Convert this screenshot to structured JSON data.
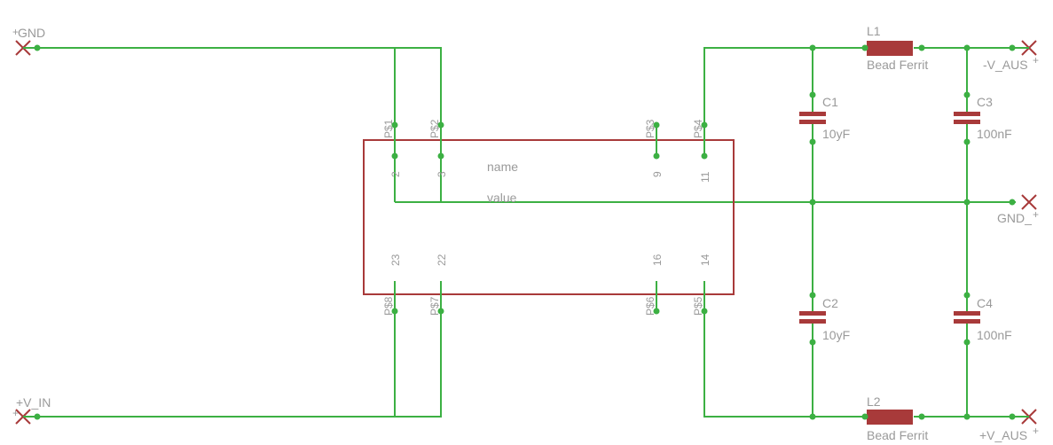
{
  "module": {
    "name": "name",
    "value": "value"
  },
  "pin_names": {
    "p1": "P$1",
    "p2": "P$2",
    "p3": "P$3",
    "p4": "P$4",
    "p5": "P$5",
    "p6": "P$6",
    "p7": "P$7",
    "p8": "P$8"
  },
  "pin_numbers": {
    "n2": "2",
    "n3": "3",
    "n9": "9",
    "n11": "11",
    "n23": "23",
    "n22": "22",
    "n16": "16",
    "n14": "14"
  },
  "ports": {
    "gnd": "GND",
    "v_in": "+V_IN",
    "v_aus_neg": "-V_AUS",
    "gnd_out": "GND_",
    "v_aus_pos": "+V_AUS",
    "plus": "+"
  },
  "inductors": {
    "l1": {
      "name": "L1",
      "value": "Bead Ferrit"
    },
    "l2": {
      "name": "L2",
      "value": "Bead Ferrit"
    }
  },
  "capacitors": {
    "c1": {
      "name": "C1",
      "value": "10yF"
    },
    "c2": {
      "name": "C2",
      "value": "10yF"
    },
    "c3": {
      "name": "C3",
      "value": "100nF"
    },
    "c4": {
      "name": "C4",
      "value": "100nF"
    }
  },
  "colors": {
    "wire": "#3cb043",
    "body": "#a83a3a",
    "text": "#9a9a9a",
    "background": "#ffffff"
  }
}
